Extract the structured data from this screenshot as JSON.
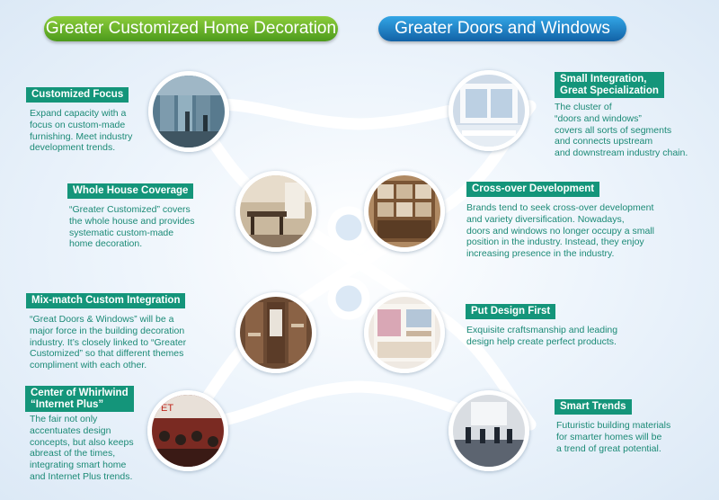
{
  "headers": {
    "left": "Greater Customized Home Decoration",
    "right": "Greater Doors and Windows"
  },
  "left_items": [
    {
      "title": "Customized Focus",
      "desc": "Expand capacity with a\nfocus on custom-made\nfurnishing. Meet industry\ndevelopment trends.",
      "image": "glass-storefront-photo"
    },
    {
      "title": "Whole House Coverage",
      "desc": "“Greater Customized” covers\nthe whole house and provides\nsystematic custom-made\nhome decoration.",
      "image": "dining-room-photo"
    },
    {
      "title": "Mix-match Custom Integration",
      "desc": "“Great Doors & Windows” will be a\nmajor force in the building decoration\nindustry. It’s closely linked to “Greater\nCustomized” so that different themes\ncompliment with each other.",
      "image": "walk-in-closet-photo"
    },
    {
      "title_lines": [
        "Center of Whirlwind",
        "“Internet Plus”"
      ],
      "desc": "The fair not only\naccentuates design\nconcepts, but also keeps\nabreast of the times,\nintegrating smart home\nand Internet Plus trends.",
      "image": "conference-audience-photo"
    }
  ],
  "right_items": [
    {
      "title_lines": [
        "Small Integration,",
        "Great Specialization"
      ],
      "desc": "The cluster of\n“doors and windows”\ncovers all sorts of segments\nand connects upstream\nand downstream industry chain.",
      "image": "white-window-frame-photo"
    },
    {
      "title": "Cross-over Development",
      "desc": "Brands tend to seek cross-over development\nand variety diversification. Nowadays,\ndoors and windows no longer occupy a small\nposition in the industry. Instead, they enjoy\nincreasing presence in the industry.",
      "image": "wood-shelving-photo"
    },
    {
      "title": "Put Design First",
      "desc": "Exquisite craftsmanship and leading\ndesign help create perfect products.",
      "image": "wardrobe-photo"
    },
    {
      "title": "Smart Trends",
      "desc": "Futuristic building materials\nfor smarter homes will be\na trend of great potential.",
      "image": "forum-stage-photo"
    }
  ],
  "colors": {
    "title_badge": "#14957a",
    "desc_text": "#1b8a76",
    "header_left": "#5aa822",
    "header_right": "#1a78c2",
    "background": "#eaf2fb"
  }
}
